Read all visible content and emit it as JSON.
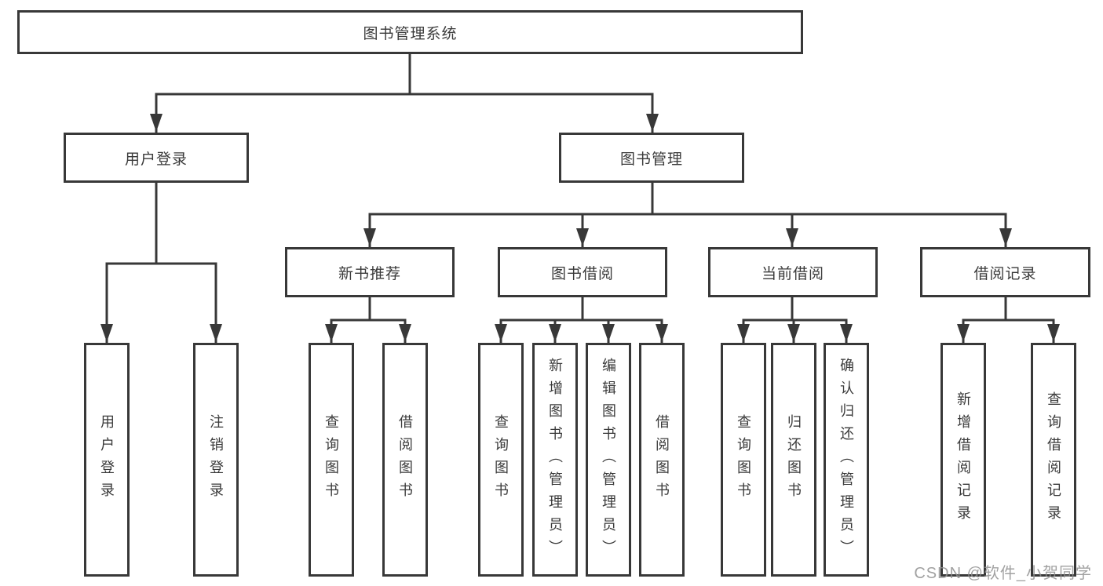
{
  "diagram": {
    "title": "图书管理系统",
    "root": {
      "label": "图书管理系统"
    },
    "level2": {
      "user_login": {
        "label": "用户登录"
      },
      "book_mgmt": {
        "label": "图书管理"
      }
    },
    "level3": {
      "new_book_rec": {
        "label": "新书推荐"
      },
      "book_borrow": {
        "label": "图书借阅"
      },
      "current_borrow": {
        "label": "当前借阅"
      },
      "borrow_records": {
        "label": "借阅记录"
      }
    },
    "leaves": {
      "user_login": [
        "用户登录",
        "注销登录"
      ],
      "new_book_rec": [
        "查询图书",
        "借阅图书"
      ],
      "book_borrow": [
        "查询图书",
        "新增图书（管理员）",
        "编辑图书（管理员）",
        "借阅图书"
      ],
      "current_borrow": [
        "查询图书",
        "归还图书",
        "确认归还（管理员）"
      ],
      "borrow_records": [
        "新增借阅记录",
        "查询借阅记录"
      ]
    }
  },
  "watermark": {
    "text": "CSDN @软件_小贺同学"
  },
  "colors": {
    "line": "#383838",
    "text": "#3a3a3a",
    "background": "#ffffff",
    "watermark": "#919191"
  }
}
